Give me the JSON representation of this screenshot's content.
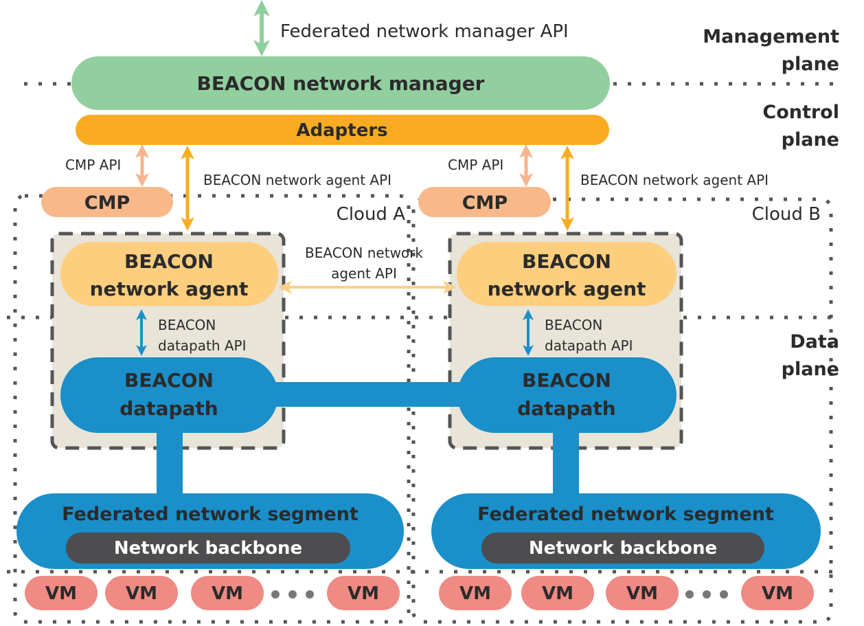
{
  "top_api": "Federated network manager API",
  "planes": {
    "management": [
      "Management",
      "plane"
    ],
    "control": [
      "Control",
      "plane"
    ],
    "data": [
      "Data",
      "plane"
    ]
  },
  "manager": "BEACON network manager",
  "adapters": "Adapters",
  "cmp_api": "CMP API",
  "agent_api_label": "BEACON network agent API",
  "cmp": "CMP",
  "clouds": [
    "Cloud A",
    "Cloud B"
  ],
  "agent": [
    "BEACON",
    "network agent"
  ],
  "inter_agent_api": [
    "BEACON network",
    "agent API"
  ],
  "datapath_api": [
    "BEACON",
    "datapath API"
  ],
  "datapath": [
    "BEACON",
    "datapath"
  ],
  "segment": "Federated network segment",
  "backbone": "Network backbone",
  "vm": "VM",
  "colors": {
    "manager": "#92cf9f",
    "adapters": "#f9ac22",
    "cmp": "#f8b88a",
    "agent": "#fdce7e",
    "datapath": "#1a8fca",
    "backbone": "#4d4d4f",
    "vm": "#f08a84",
    "host_box": "#e8e4d8"
  }
}
